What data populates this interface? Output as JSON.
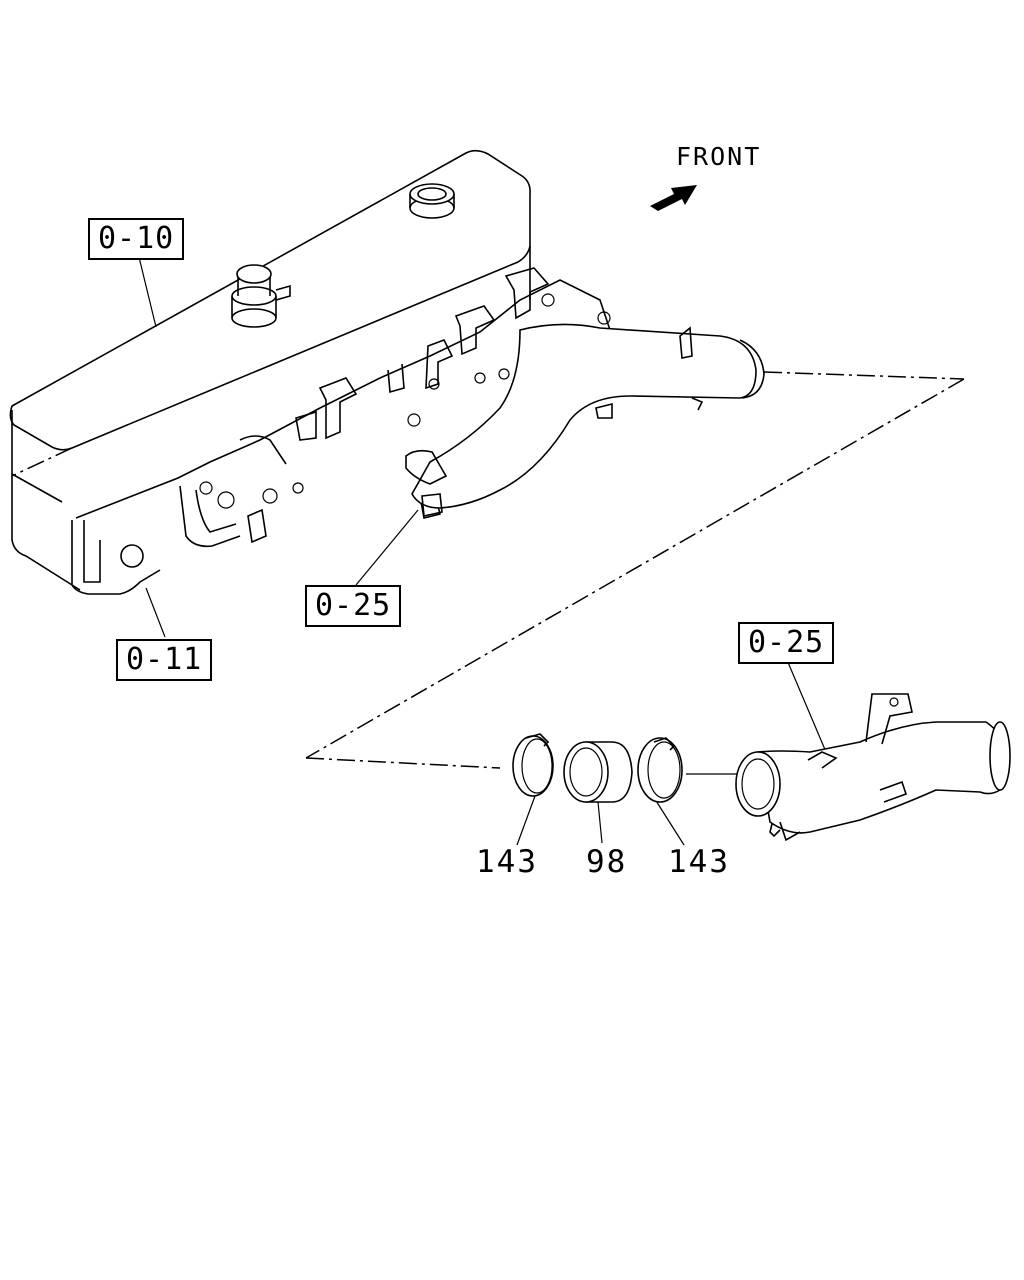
{
  "orientation": {
    "label": "FRONT"
  },
  "references": [
    {
      "id": "ref-0-10",
      "label": "0-10"
    },
    {
      "id": "ref-0-11",
      "label": "0-11"
    },
    {
      "id": "ref-0-25-engine",
      "label": "0-25"
    },
    {
      "id": "ref-0-25-pipe",
      "label": "0-25"
    }
  ],
  "parts": [
    {
      "id": "clamp-left",
      "number": "143"
    },
    {
      "id": "hose",
      "number": "98"
    },
    {
      "id": "clamp-right",
      "number": "143"
    }
  ]
}
